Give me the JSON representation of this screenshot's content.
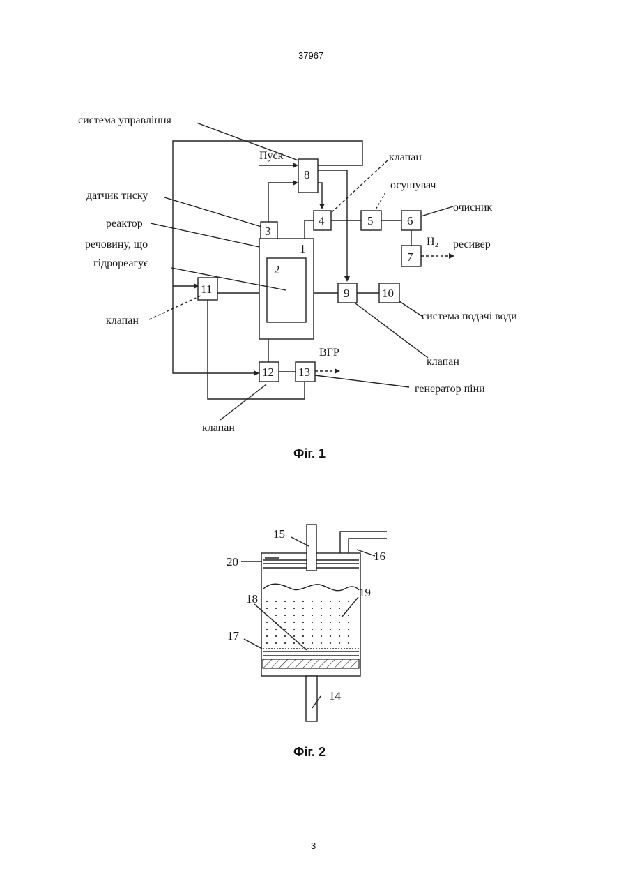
{
  "header": {
    "doc_number": "37967"
  },
  "footer": {
    "page_number": "3"
  },
  "fig1": {
    "caption": "Фіг. 1",
    "labels": {
      "control_system": "система управління",
      "start": "Пуск",
      "valve_top": "клапан",
      "dryer": "осушувач",
      "pressure_sensor": "датчик тиску",
      "purifier": "очисник",
      "reactor": "реактор",
      "substance_line1": "речовину, що",
      "substance_line2": "гідрореагує",
      "h2": "H₂",
      "receiver": "ресивер",
      "valve_left": "клапан",
      "water_supply": "система подачі води",
      "vgr": "ВГР",
      "valve_right": "клапан",
      "foam_generator": "генератор піни",
      "valve_bottom": "клапан"
    },
    "blocks": [
      "1",
      "2",
      "3",
      "4",
      "5",
      "6",
      "7",
      "8",
      "9",
      "10",
      "11",
      "12",
      "13"
    ]
  },
  "fig2": {
    "caption": "Фіг. 2",
    "labels": [
      "14",
      "15",
      "16",
      "17",
      "18",
      "19",
      "20"
    ]
  }
}
